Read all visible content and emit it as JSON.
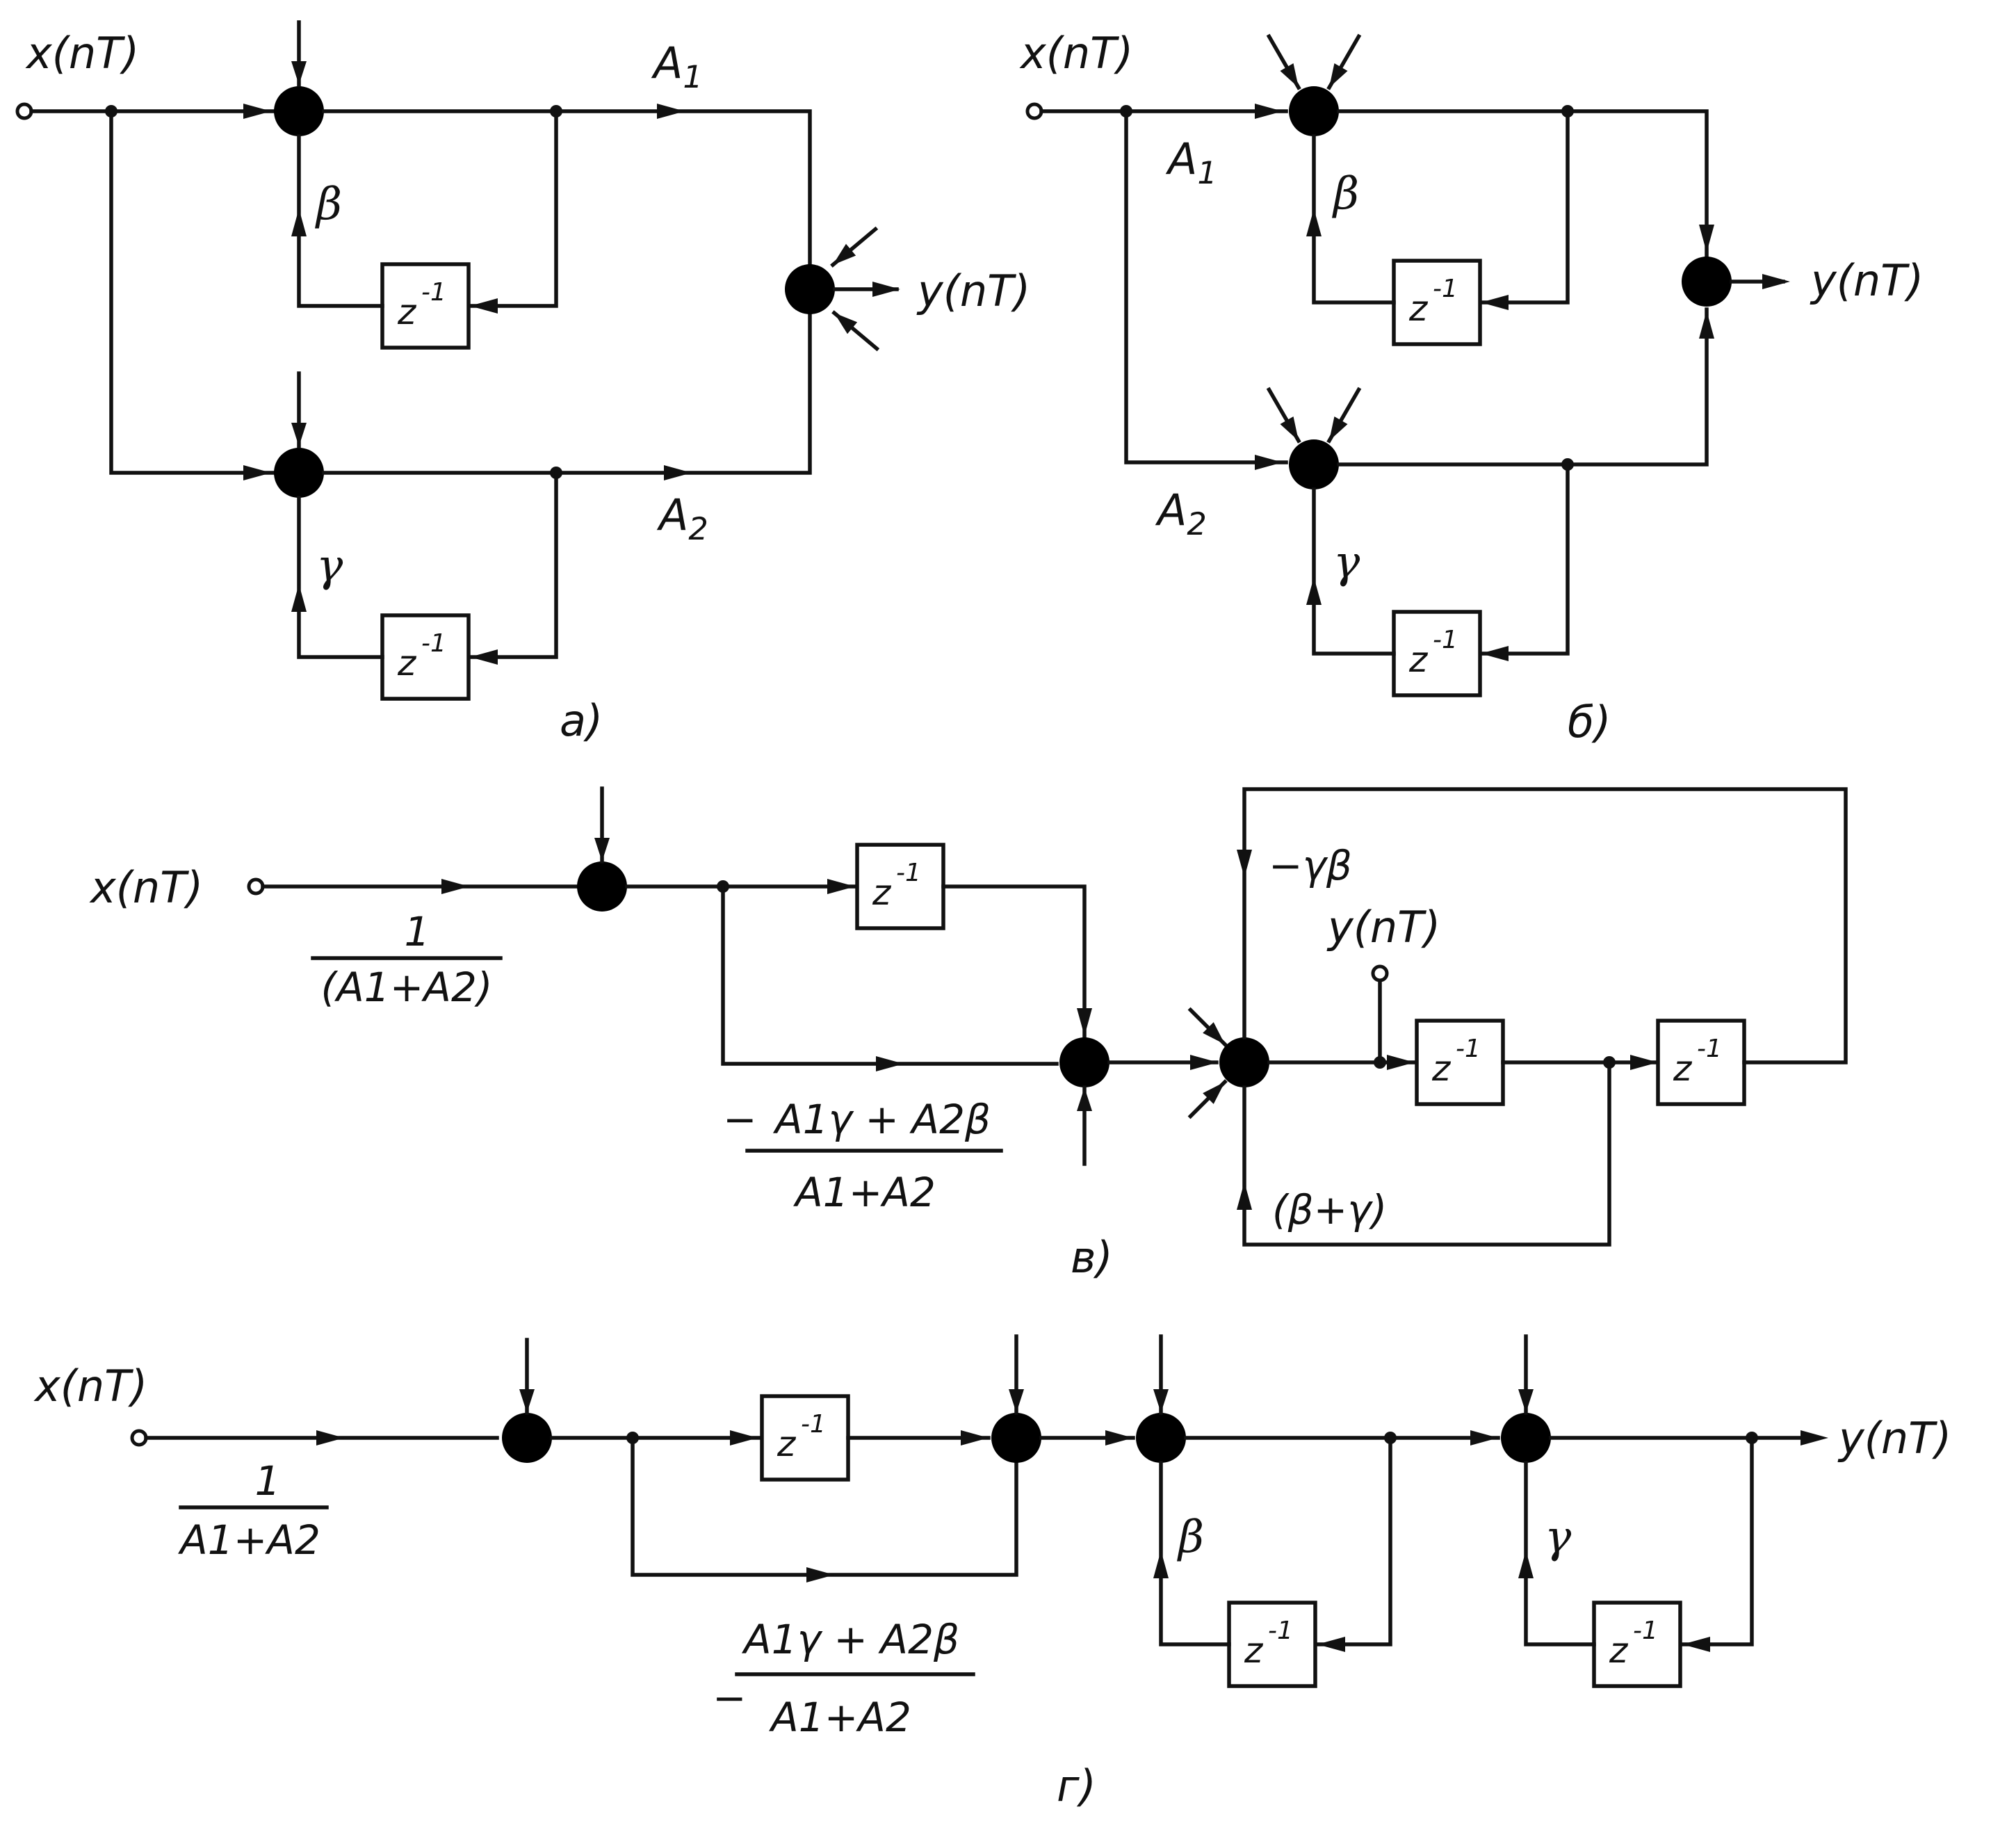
{
  "figure": {
    "input_label": "x(nT)",
    "output_label": "y(nT)",
    "coef_A1": "A1",
    "coef_A2": "A2",
    "coef_beta": "β",
    "coef_gamma": "γ",
    "delay_base": "z",
    "delay_exp": "-1",
    "plus": "+",
    "minus": "−",
    "one": "1",
    "coef_A1_plus_A2_paren": "(A1+A2)",
    "coef_A1_plus_A2": "A1+A2",
    "coef_numerator": "A1γ + A2β",
    "coef_neg_gamma_beta": "−γβ",
    "coef_beta_plus_gamma": "(β+γ)",
    "captions": [
      "а)",
      "б)",
      "в)",
      "г)"
    ]
  }
}
